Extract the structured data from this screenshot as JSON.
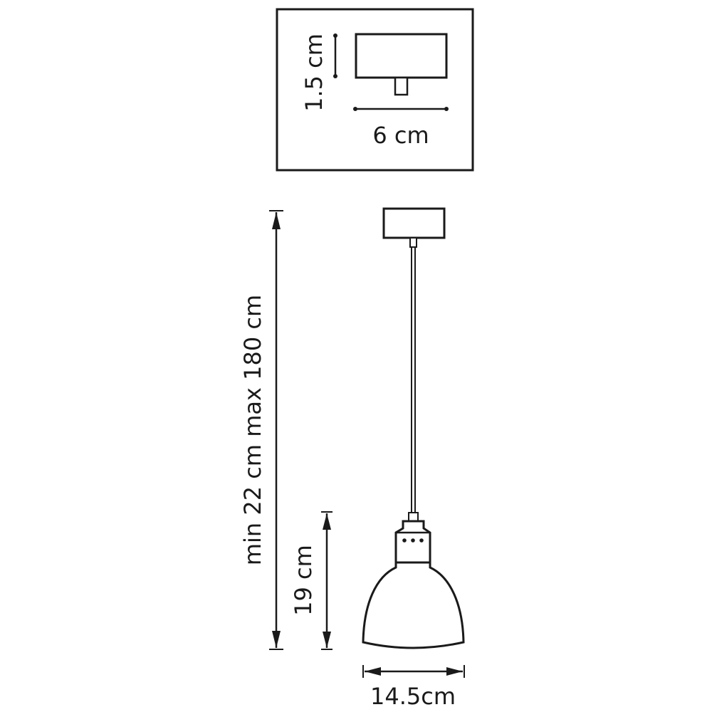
{
  "dimensions": {
    "canopy_height": "1.5 cm",
    "canopy_width": "6 cm",
    "suspension_length": "min 22 cm max 180 cm",
    "shade_height": "19 cm",
    "shade_width": "14.5cm"
  },
  "colors": {
    "line": "#1a1a1a",
    "background": "#ffffff"
  }
}
